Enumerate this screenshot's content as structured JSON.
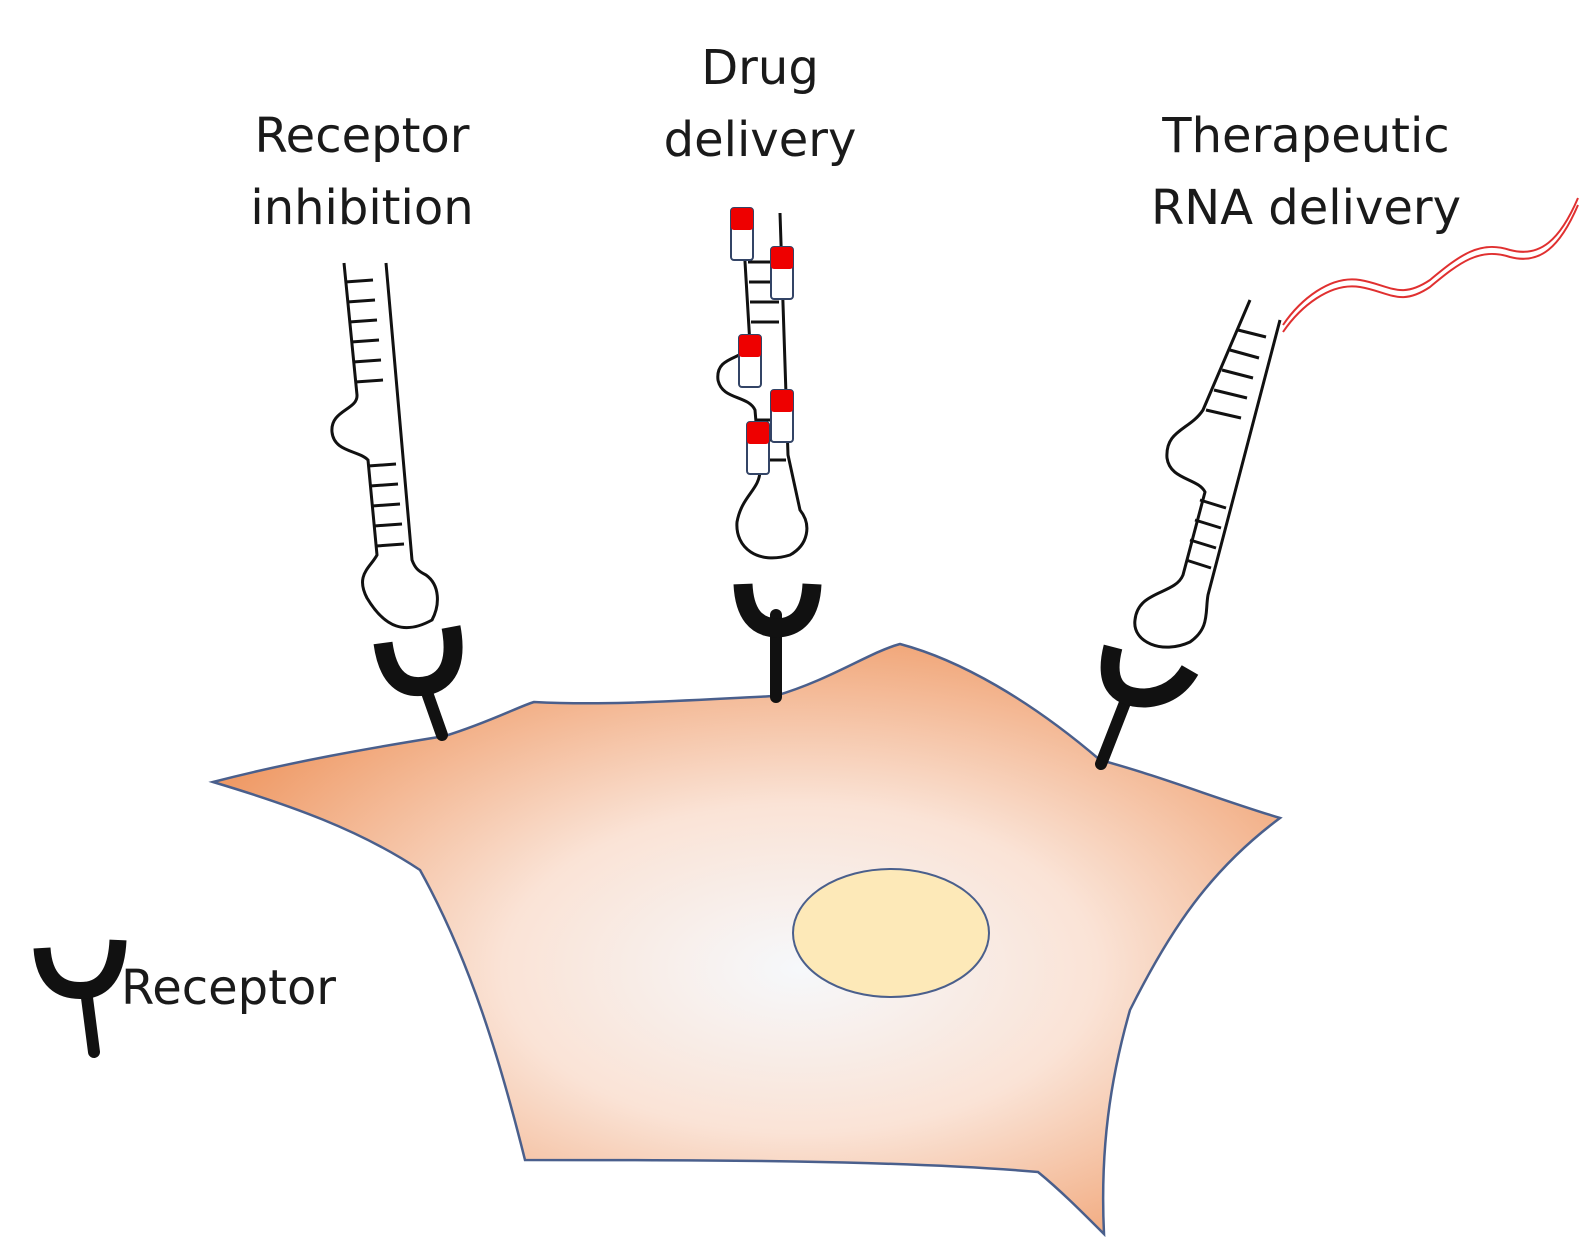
{
  "labels": {
    "receptor_inhibition": [
      "Receptor",
      "inhibition"
    ],
    "drug_delivery": [
      "Drug",
      "delivery"
    ],
    "rna_delivery": [
      "Therapeutic",
      "RNA delivery"
    ],
    "legend_receptor": "Receptor"
  },
  "colors": {
    "cell_edge": "#ef9a66",
    "cell_center": "#f5f7fb",
    "cell_outline": "#4a5f8c",
    "nucleus_fill": "#fde9b8",
    "nucleus_stroke": "#4a5f8c",
    "drug_red": "#ee0000",
    "rna_red": "#e03030",
    "ink": "#111111"
  }
}
